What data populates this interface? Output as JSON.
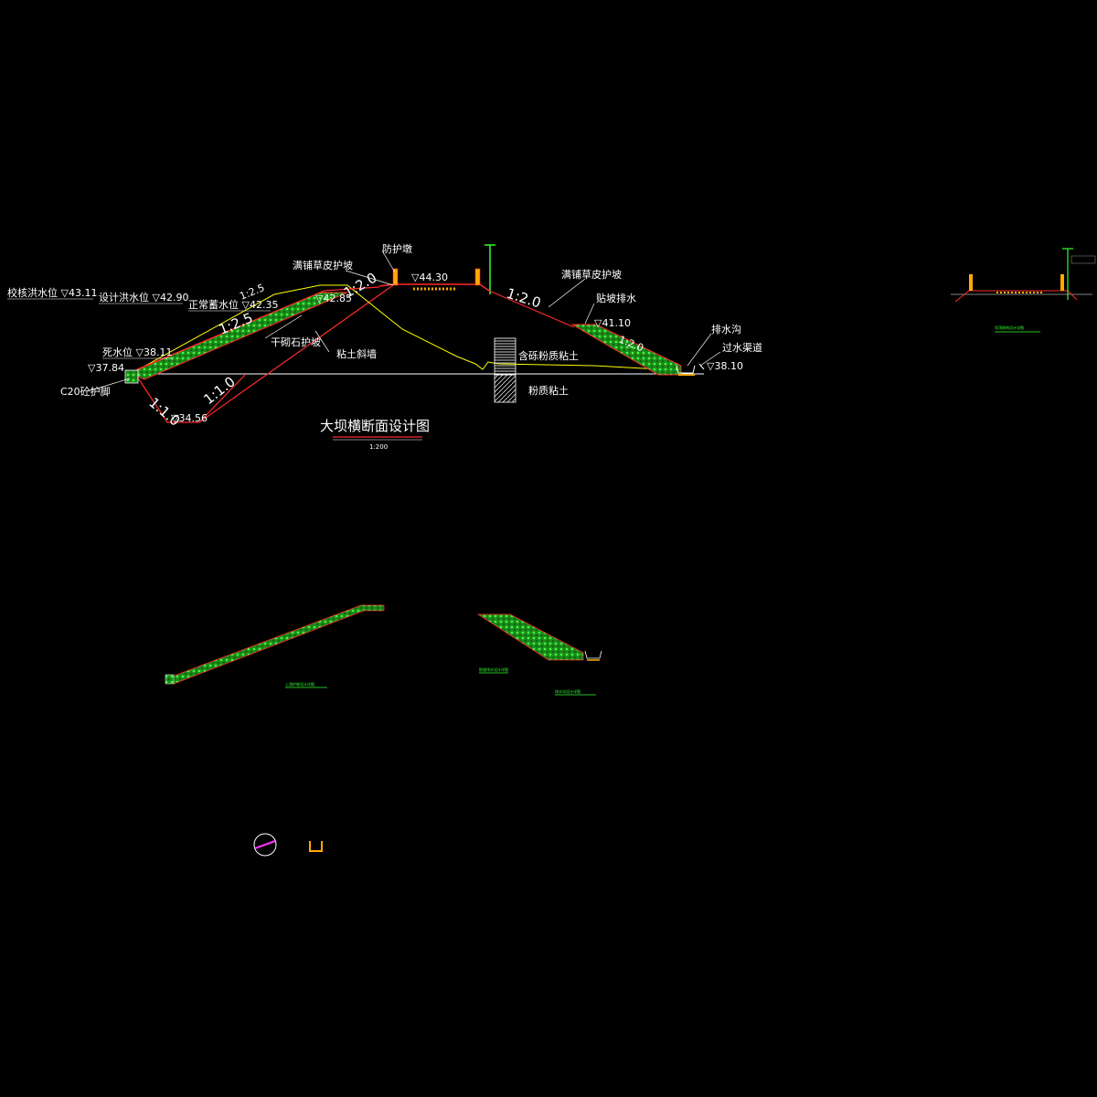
{
  "main": {
    "title": "大坝横断面设计图",
    "scale": "1:200",
    "labels": {
      "check_flood": "校核洪水位 ▽43.11",
      "design_flood": "设计洪水位 ▽42.90",
      "normal_level": "正常蓄水位 ▽42.35",
      "dead_level": "死水位 ▽38.11",
      "toe_elev": "▽37.84",
      "toe_wall": "C20砼护脚",
      "bottom_elev": "▽34.56",
      "slope_up_1": "1:2.5",
      "slope_up_2": "1:2.5",
      "slope_up_3": "1:2.0",
      "slope_key_1": "1:1.0",
      "slope_key_2": "1:1.0",
      "berm_elev": "▽42.85",
      "dry_stone": "干砌石护坡",
      "clay_core": "粘土斜墙",
      "grass_up": "满铺草皮护坡",
      "parapet": "防护墩",
      "crest_elev": "▽44.30",
      "slope_down_1": "1:2.0",
      "slope_down_2": "1:2.0",
      "grass_down": "满铺草皮护坡",
      "drain_body": "贴坡排水",
      "drain_elev": "▽41.10",
      "ditch": "排水沟",
      "culvert": "过水渠道",
      "downstream_elev": "▽38.10",
      "gravel_clay": "含砾粉质粘土",
      "silty_clay": "粉质粘土"
    }
  },
  "details": {
    "upstream_caption": "上游护坡设计详图",
    "drain_caption": "贴坡排水设计详图",
    "ditch_caption": "排水沟设计详图",
    "crest_caption": "坝顶结构设计详图"
  },
  "colors": {
    "red": "#ff2a2a",
    "yellow": "#ffff00",
    "green": "#22cc22",
    "white": "#ffffff"
  }
}
